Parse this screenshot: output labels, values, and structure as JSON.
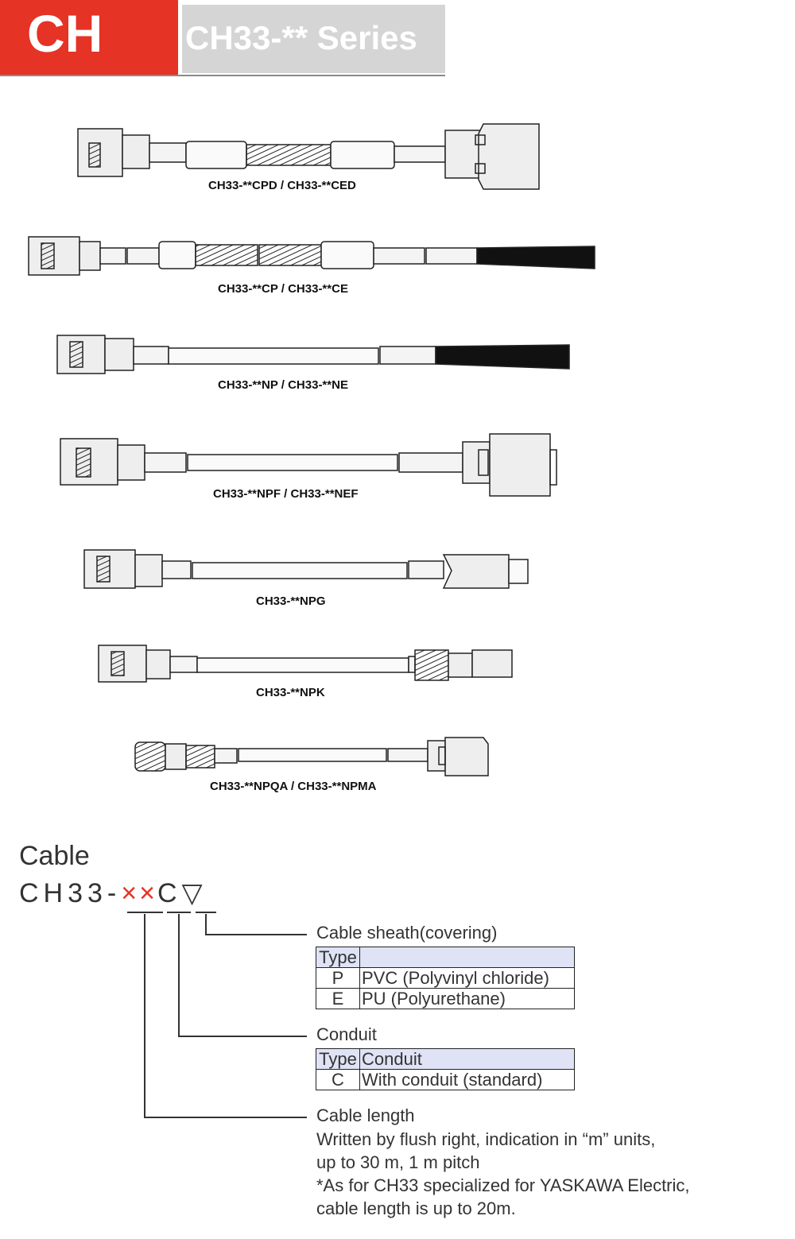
{
  "header": {
    "brand_code": "CH",
    "series_title": "CH33-** Series",
    "brand_color": "#e53325"
  },
  "cables": [
    {
      "model": "CH33-**CPD / CH33-**CED"
    },
    {
      "model": "CH33-**CP / CH33-**CE"
    },
    {
      "model": "CH33-**NP / CH33-**NE"
    },
    {
      "model": "CH33-**NPF / CH33-**NEF"
    },
    {
      "model": "CH33-**NPG"
    },
    {
      "model": "CH33-**NPK"
    },
    {
      "model": "CH33-**NPQA / CH33-**NPMA"
    }
  ],
  "code_section": {
    "title": "Cable",
    "code_prefix": "CH33-",
    "code_length": "××",
    "code_conduit": "C",
    "code_sheath": "▽",
    "sheath": {
      "heading": "Cable sheath(covering)",
      "header": [
        "Type",
        ""
      ],
      "rows": [
        [
          "P",
          "PVC (Polyvinyl chloride)"
        ],
        [
          "E",
          "PU (Polyurethane)"
        ]
      ]
    },
    "conduit": {
      "heading": "Conduit",
      "header": [
        "Type",
        "Conduit"
      ],
      "rows": [
        [
          "C",
          "With conduit (standard)"
        ]
      ]
    },
    "length": {
      "heading": "Cable length",
      "lines": [
        "Written by flush right, indication in “m” units,",
        "up to 30 m, 1 m pitch",
        "*As for CH33 specialized for YASKAWA Electric,",
        "cable length is up to 20m."
      ]
    }
  }
}
